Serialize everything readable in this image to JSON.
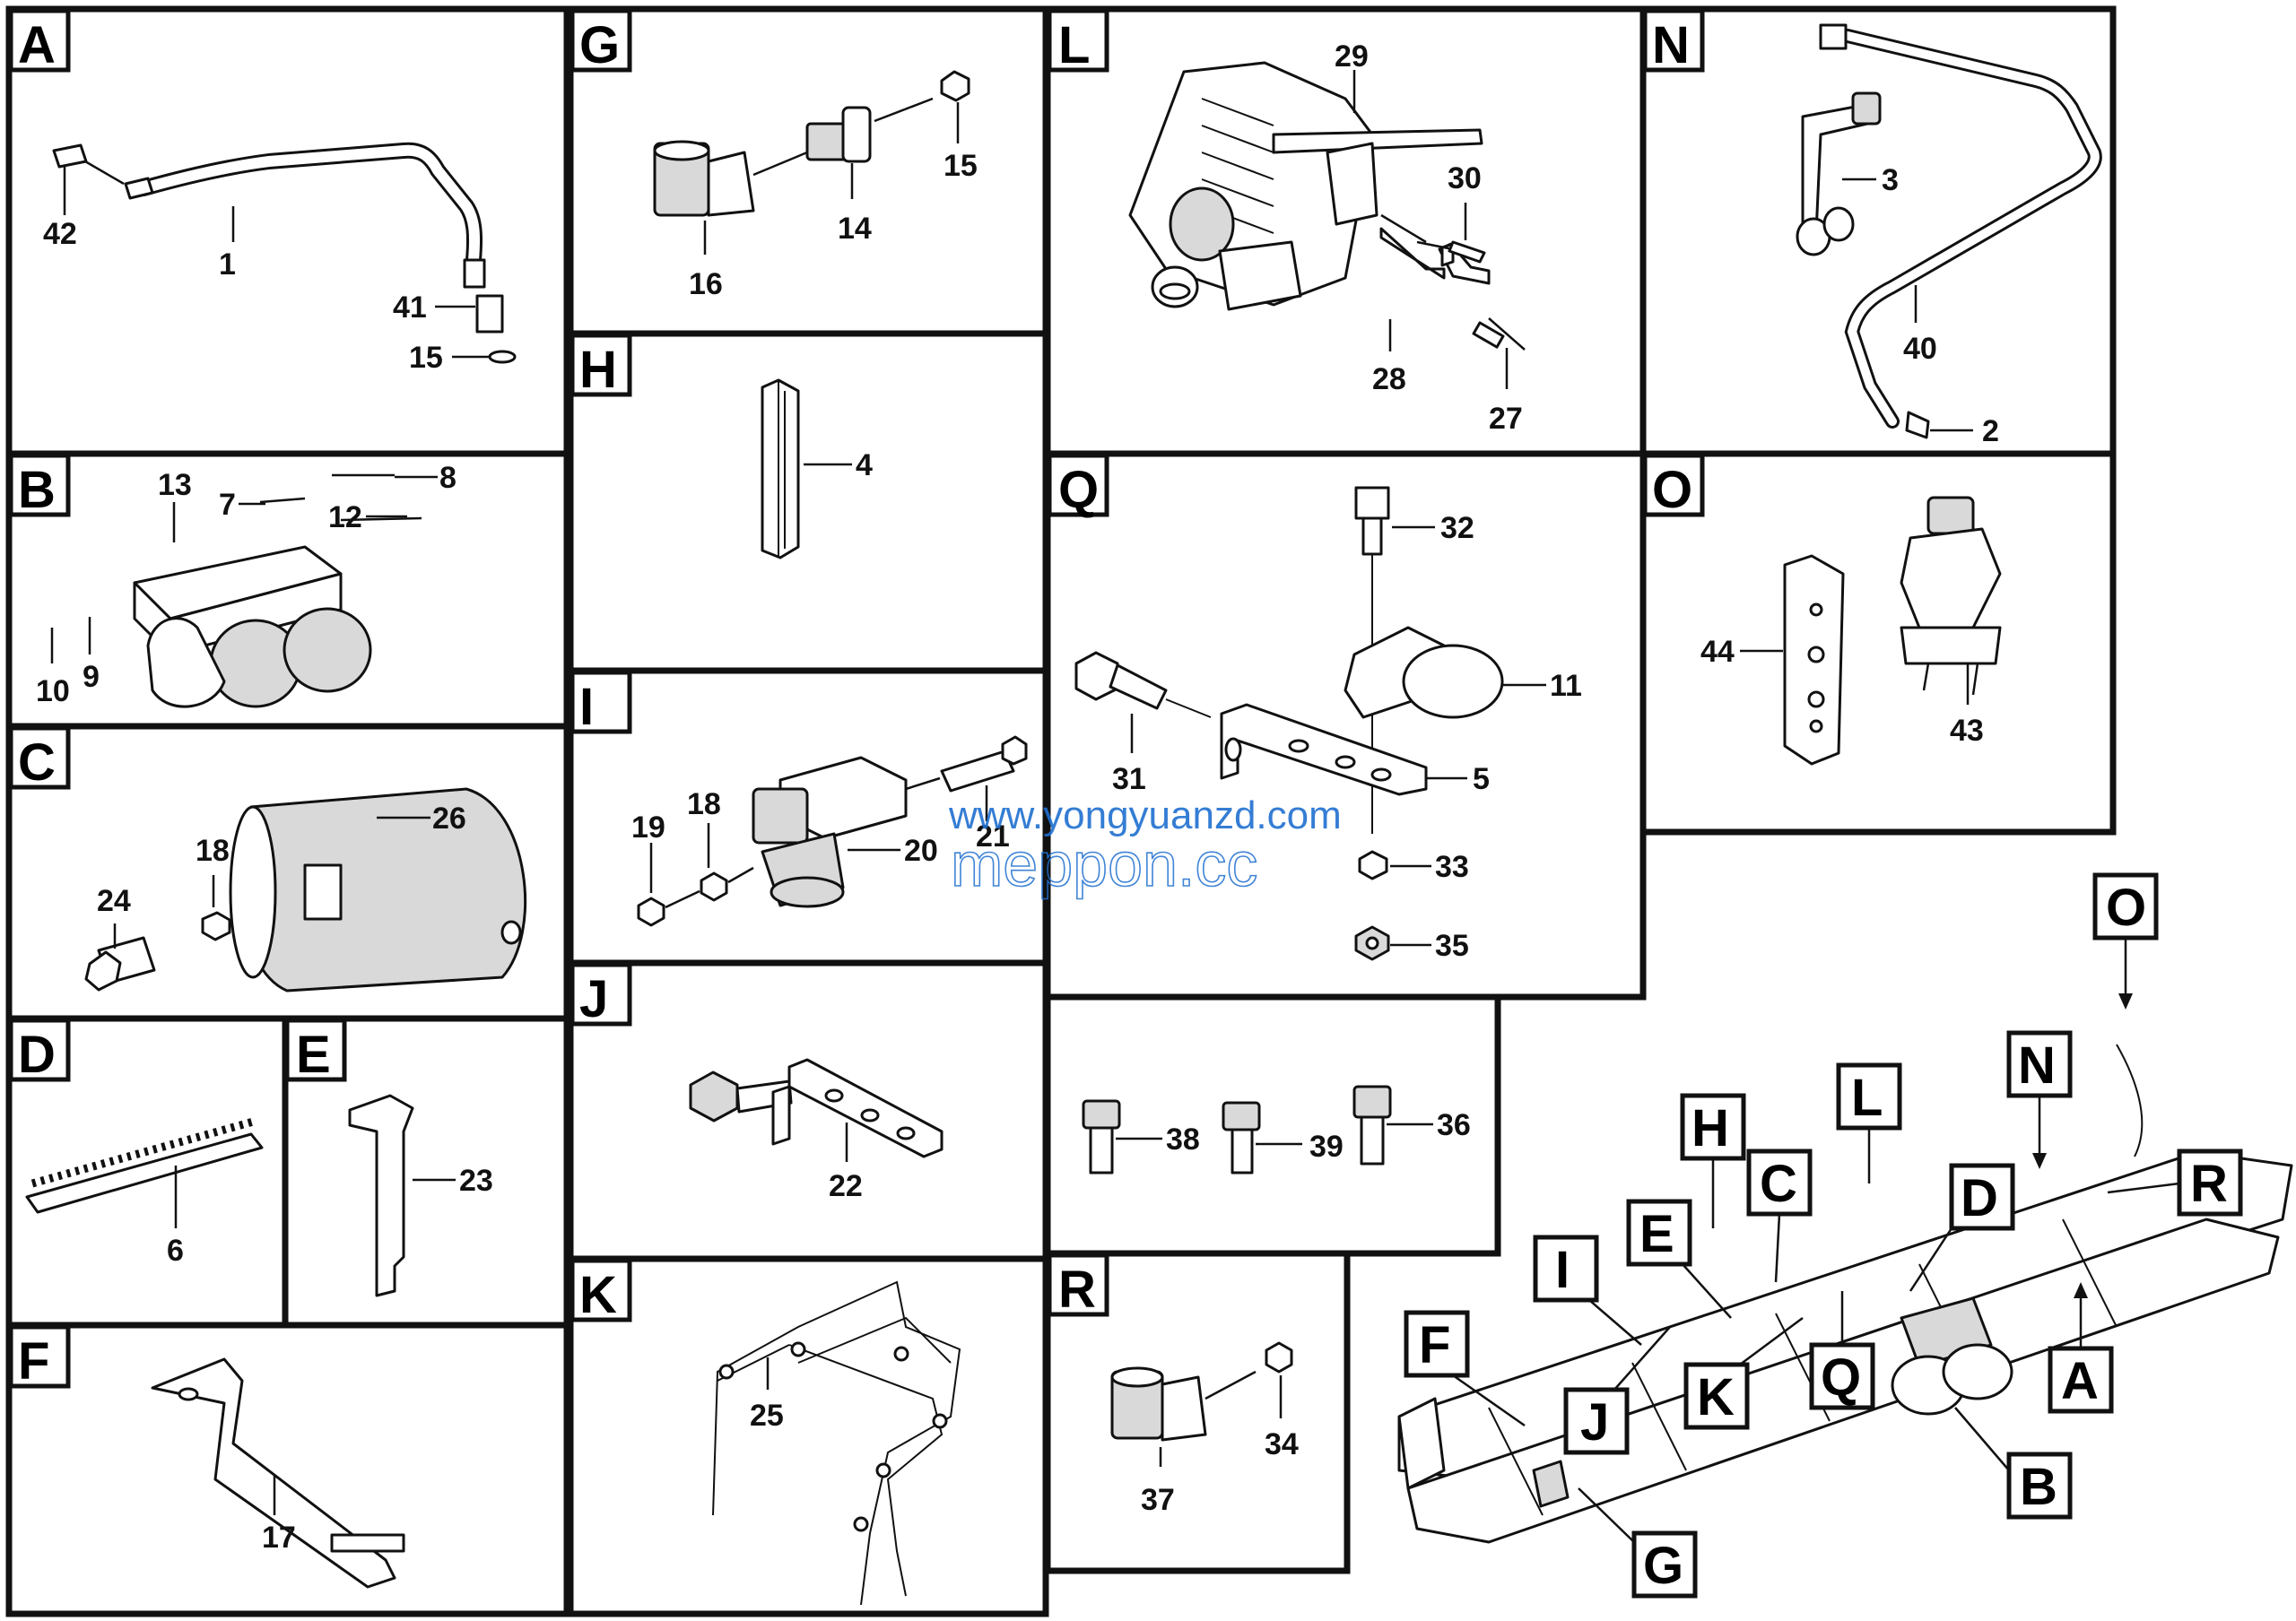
{
  "watermark": {
    "line1": "www.yongyuanzd.com",
    "line2": "meppon.cc"
  },
  "panels": [
    {
      "id": "A",
      "parts": [
        "42",
        "1",
        "41",
        "15"
      ]
    },
    {
      "id": "B",
      "parts": [
        "13",
        "7",
        "8",
        "12",
        "10",
        "9"
      ]
    },
    {
      "id": "C",
      "parts": [
        "26",
        "18",
        "24"
      ]
    },
    {
      "id": "D",
      "parts": [
        "6"
      ]
    },
    {
      "id": "E",
      "parts": [
        "23"
      ]
    },
    {
      "id": "F",
      "parts": [
        "17"
      ]
    },
    {
      "id": "G",
      "parts": [
        "15",
        "14",
        "16"
      ]
    },
    {
      "id": "H",
      "parts": [
        "4"
      ]
    },
    {
      "id": "I",
      "parts": [
        "18",
        "19",
        "20",
        "21"
      ]
    },
    {
      "id": "J",
      "parts": [
        "22"
      ]
    },
    {
      "id": "K",
      "parts": [
        "25"
      ]
    },
    {
      "id": "L",
      "parts": [
        "29",
        "30",
        "28",
        "27"
      ]
    },
    {
      "id": "N",
      "parts": [
        "3",
        "40",
        "2"
      ]
    },
    {
      "id": "O",
      "parts": [
        "44",
        "43"
      ]
    },
    {
      "id": "Q",
      "parts": [
        "32",
        "11",
        "31",
        "5",
        "33",
        "35"
      ]
    },
    {
      "id": "R",
      "parts": [
        "34",
        "37"
      ]
    },
    {
      "id": "",
      "parts": [
        "38",
        "39",
        "36"
      ]
    }
  ],
  "overview_callouts": [
    "O",
    "N",
    "L",
    "H",
    "C",
    "D",
    "R",
    "E",
    "I",
    "F",
    "J",
    "K",
    "Q",
    "A",
    "B",
    "G"
  ]
}
